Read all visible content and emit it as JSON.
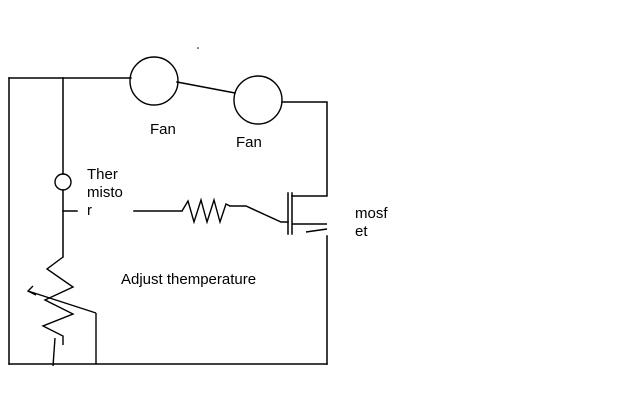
{
  "labels": {
    "fan_1": "Fan",
    "fan_2": "Fan",
    "thermistor_line1": "Ther",
    "thermistor_line2": "misto",
    "thermistor_line3": "r",
    "mosfet_line1": "mosf",
    "mosfet_line2": "et",
    "adjust": "Adjust themperature"
  },
  "colors": {
    "ink": "#000000",
    "background": "#ffffff"
  }
}
